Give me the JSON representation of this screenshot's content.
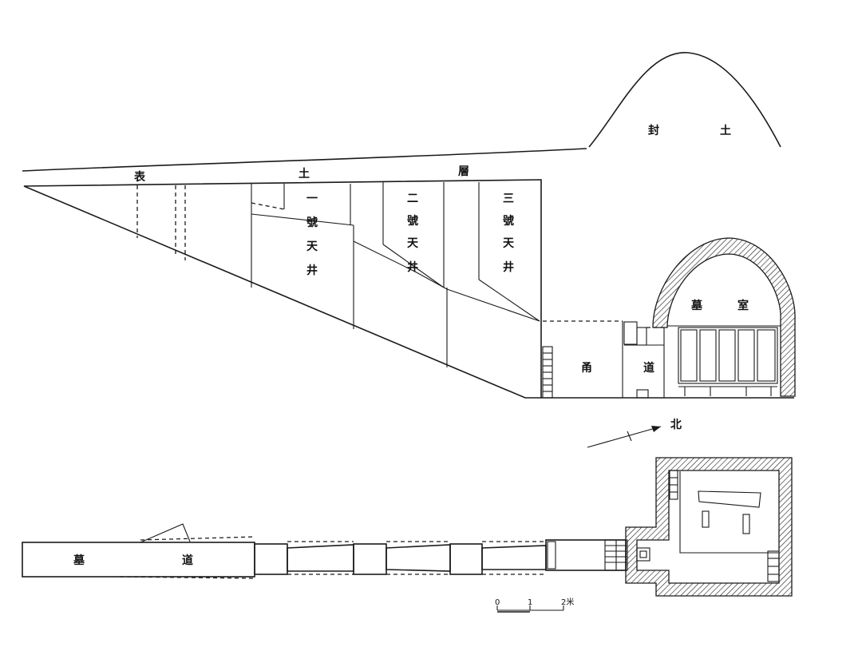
{
  "section": {
    "mound_label_a": "封",
    "mound_label_b": "土",
    "surface_a": "表",
    "surface_b": "土",
    "surface_c": "層",
    "shaft1": [
      "一",
      "號",
      "天",
      "井"
    ],
    "shaft2": [
      "二",
      "號",
      "天",
      "井"
    ],
    "shaft3": [
      "三",
      "號",
      "天",
      "井"
    ],
    "chamber_a": "墓",
    "chamber_b": "室",
    "corridor_a": "甬",
    "corridor_b": "道"
  },
  "compass": {
    "north": "北"
  },
  "plan": {
    "ramp_a": "墓",
    "ramp_b": "道"
  },
  "scale": {
    "t0": "0",
    "t1": "1",
    "t2": "2米"
  }
}
